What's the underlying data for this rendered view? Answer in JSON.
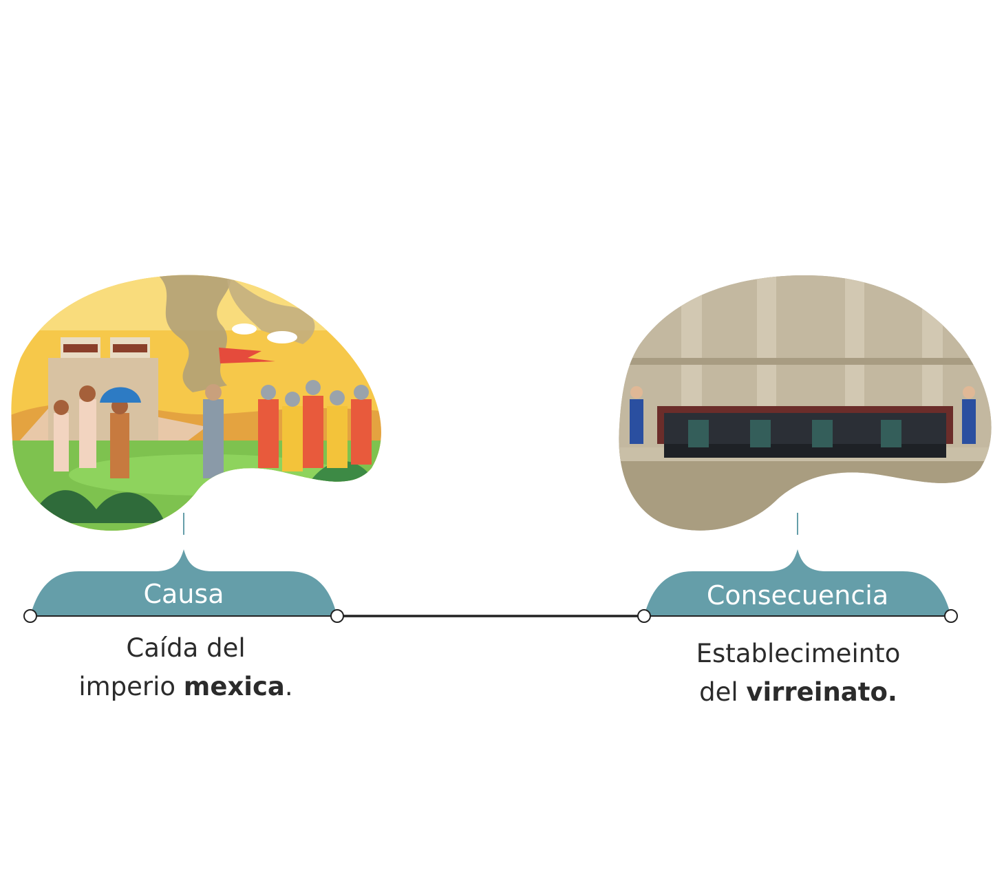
{
  "colors": {
    "teal": "#659ea9",
    "line": "#222222",
    "text": "#2b2b2b"
  },
  "cause": {
    "label": "Causa",
    "text_line1": "Caída del",
    "text_line2_regular": "imperio ",
    "text_line2_bold": "mexica",
    "text_line2_tail": ".",
    "image": "aztec-and-spanish-conquerors-illustration"
  },
  "consequence": {
    "label": "Consecuencia",
    "text_line1": "Establecimeinto",
    "text_line2_regular": "del ",
    "text_line2_bold": "virreinato.",
    "image": "colonial-council-illustration"
  }
}
